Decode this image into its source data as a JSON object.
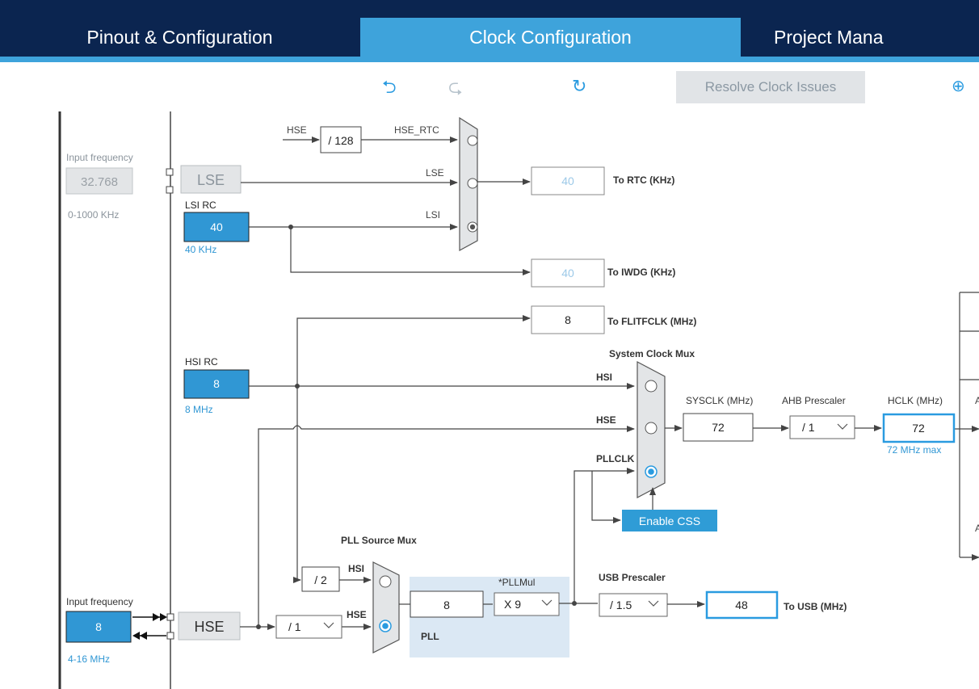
{
  "tabs": [
    {
      "label": "Pinout & Configuration"
    },
    {
      "label": "Clock Configuration"
    },
    {
      "label": "Project Mana"
    }
  ],
  "toolbar": {
    "resolve_label": "Resolve Clock Issues",
    "undo_icon": "undo-icon",
    "redo_icon": "redo-icon",
    "reset_icon": "reset-icon",
    "zoom_icon": "zoom-in-icon"
  },
  "diagram": {
    "lse_input": {
      "caption": "Input frequency",
      "value": "32.768",
      "range": "0-1000 KHz"
    },
    "lse_label": "LSE",
    "lsi": {
      "title": "LSI RC",
      "value": "40",
      "unit": "40 KHz"
    },
    "hse_rtc": {
      "input": "HSE",
      "divider": "/ 128",
      "label": "HSE_RTC"
    },
    "rtc_mux_labels": {
      "lse": "LSE",
      "lsi": "LSI"
    },
    "rtc_out": {
      "value": "40",
      "label": "To RTC (KHz)"
    },
    "iwdg_out": {
      "value": "40",
      "label": "To IWDG (KHz)"
    },
    "flitf_out": {
      "value": "8",
      "label": "To FLITFCLK (MHz)"
    },
    "hsi": {
      "title": "HSI RC",
      "value": "8",
      "unit": "8 MHz"
    },
    "sysclk_mux": {
      "title": "System Clock Mux",
      "hsi": "HSI",
      "hse": "HSE",
      "pllclk": "PLLCLK"
    },
    "sysclk": {
      "label": "SYSCLK (MHz)",
      "value": "72"
    },
    "ahb": {
      "label": "AHB Prescaler",
      "value": "/ 1"
    },
    "hclk": {
      "label": "HCLK (MHz)",
      "value": "72",
      "max": "72 MHz max"
    },
    "css_label": "Enable CSS",
    "pll_src": {
      "title": "PLL Source Mux",
      "div2": "/ 2",
      "hsi": "HSI",
      "hse": "HSE"
    },
    "pll": {
      "label": "PLL",
      "input_value": "8",
      "mul_label": "*PLLMul",
      "mul_value": "X 9"
    },
    "usb": {
      "label": "USB Prescaler",
      "value": "/ 1.5",
      "out_value": "48",
      "out_label": "To USB (MHz)"
    },
    "hse_input": {
      "caption": "Input frequency",
      "value": "8",
      "range": "4-16 MHz"
    },
    "hse_label": "HSE",
    "hse_div": "/ 1"
  },
  "colors": {
    "navy": "#0b2550",
    "accent": "#3ea3db",
    "active_box": "#2f9cd6"
  }
}
